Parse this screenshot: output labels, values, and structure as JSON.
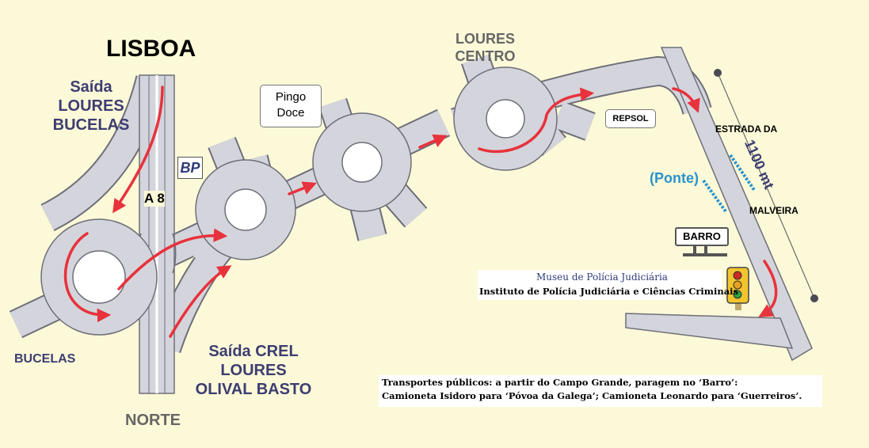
{
  "map": {
    "city_top": "LISBOA",
    "exit_loures_bucelas": [
      "Saída",
      "LOURES",
      "BUCELAS"
    ],
    "highway": "A 8",
    "bucelas": "BUCELAS",
    "exit_crel": [
      "Saída CREL",
      "LOURES",
      "OLIVAL BASTO"
    ],
    "north": "NORTE",
    "loures_centro": [
      "LOURES",
      "CENTRO"
    ],
    "pingo_doce": [
      "Pingo",
      "Doce"
    ],
    "bp": "BP",
    "repsol": "REPSOL",
    "estrada_da": "ESTRADA DA",
    "distance": "1100 mt",
    "ponte": "(Ponte)",
    "malveira": "MALVEIRA",
    "barro": "BARRO",
    "museum_name": "Museu de Polícia Judiciária",
    "institute_name": "Instituto de Polícia Judiciária e Ciências Criminais",
    "transport_line1": "Transportes públicos: a partir do Campo Grande, paragem no ‘Barro’:",
    "transport_line2": "Camioneta Isidoro para ‘Póvoa da Galega’; Camioneta Leonardo para ‘Guerreiros’."
  },
  "colors": {
    "background": "#fbf9d8",
    "road": "#d4d5dc",
    "road_edge": "#6e6e78",
    "arrow": "#e8323c",
    "label_navy": "#3d3d72",
    "label_grey": "#666666",
    "ponte_blue": "#2a93cc"
  },
  "icons": [
    "traffic-light-icon",
    "sign-post-icon"
  ]
}
